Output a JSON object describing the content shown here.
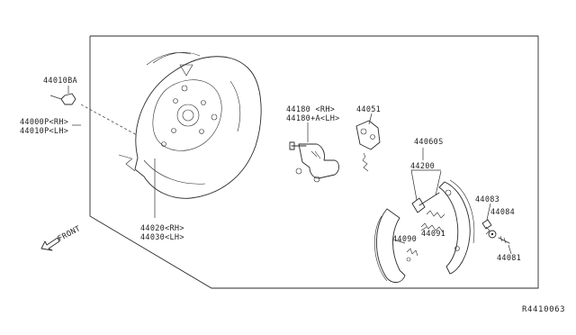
{
  "diagram": {
    "callouts": {
      "p44010BA": "44010BA",
      "p44000P_RH": "44000P<RH>",
      "p44010P_LH": "44010P<LH>",
      "p44020_RH": "44020<RH>",
      "p44030_LH": "44030<LH>",
      "p44180_RH": "44180  <RH>",
      "p44180A_LH": "44180+A<LH>",
      "p44051": "44051",
      "p44060S": "44060S",
      "p44200": "44200",
      "p44091": "44091",
      "p44090": "44090",
      "p44083": "44083",
      "p44084": "44084",
      "p44081": "44081"
    },
    "front_label": "FRONT",
    "reference": "R4410063"
  }
}
